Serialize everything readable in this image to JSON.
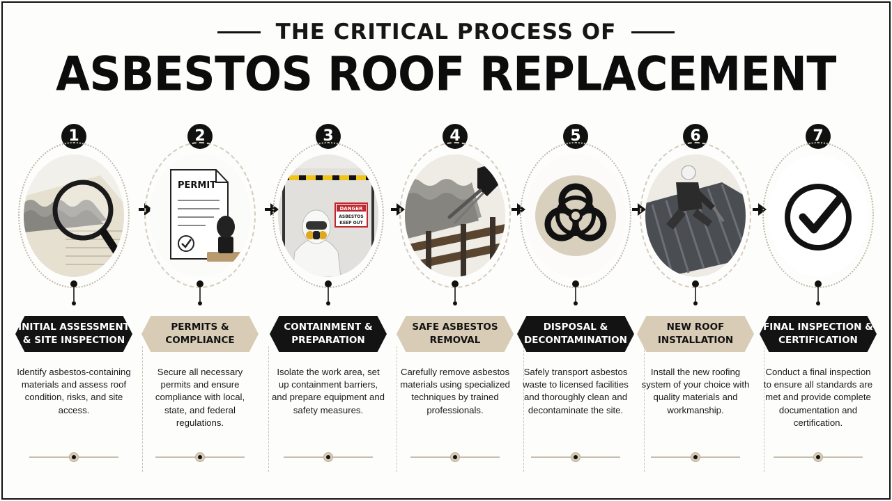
{
  "header": {
    "subtitle": "THE CRITICAL PROCESS OF",
    "title": "ASBESTOS ROOF REPLACEMENT"
  },
  "steps": [
    {
      "number": "1",
      "title_line1": "INITIAL ASSESSMENT",
      "title_line2": "& SITE INSPECTION",
      "banner_style": "dark",
      "description": "Identify asbestos-containing materials and assess roof condition, risks, and site access.",
      "icon": "magnifier-roof-icon"
    },
    {
      "number": "2",
      "title_line1": "PERMITS &",
      "title_line2": "COMPLIANCE",
      "banner_style": "tan",
      "description": "Secure all necessary permits and ensure compliance with local, state, and federal regulations.",
      "icon": "permit-stamp-icon",
      "permit_label": "PERMIT"
    },
    {
      "number": "3",
      "title_line1": "CONTAINMENT &",
      "title_line2": "PREPARATION",
      "banner_style": "dark",
      "description": "Isolate the work area, set up containment barriers, and prepare equipment and safety measures.",
      "icon": "containment-worker-icon",
      "sign_line1": "DANGER",
      "sign_line2": "ASBESTOS",
      "sign_line3": "KEEP OUT"
    },
    {
      "number": "4",
      "title_line1": "SAFE ASBESTOS",
      "title_line2": "REMOVAL",
      "banner_style": "tan",
      "description": "Carefully remove asbestos materials using specialized techniques by trained professionals.",
      "icon": "removal-tool-icon"
    },
    {
      "number": "5",
      "title_line1": "DISPOSAL &",
      "title_line2": "DECONTAMINATION",
      "banner_style": "dark",
      "description": "Safely transport asbestos waste to licensed facilities and thoroughly clean and decontaminate the site.",
      "icon": "biohazard-icon"
    },
    {
      "number": "6",
      "title_line1": "NEW ROOF",
      "title_line2": "INSTALLATION",
      "banner_style": "tan",
      "description": "Install the new roofing system of your choice with quality materials and workmanship.",
      "icon": "roof-installer-icon"
    },
    {
      "number": "7",
      "title_line1": "FINAL INSPECTION &",
      "title_line2": "CERTIFICATION",
      "banner_style": "dark",
      "description": "Conduct a final inspection to ensure all standards are met and provide complete documentation and certification.",
      "icon": "checkmark-circle-icon"
    }
  ],
  "colors": {
    "dark": "#131313",
    "tan": "#d8ccb6",
    "accent_line": "#c7bfae"
  }
}
